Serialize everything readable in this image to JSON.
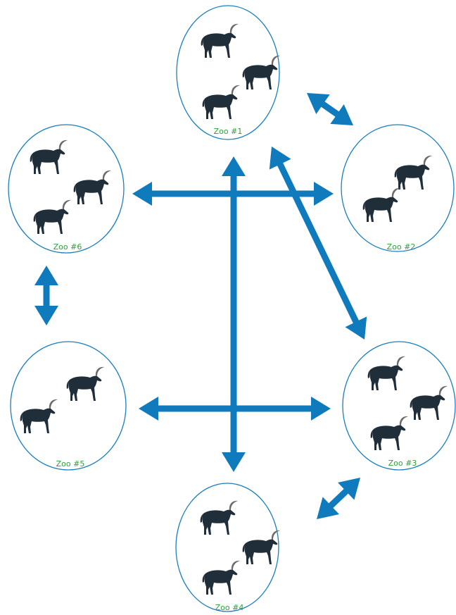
{
  "colors": {
    "circle_stroke": "#1a7fbf",
    "arrow": "#0f7bbd",
    "antelope": "#1f2e38",
    "horn": "#6b6b6b",
    "label": "#2e9e3a"
  },
  "icon": "sable-antelope-icon",
  "zoos": [
    {
      "id": "zoo-1",
      "label": "Zoo #1",
      "antelopes": 3
    },
    {
      "id": "zoo-2",
      "label": "Zoo #2",
      "antelopes": 2
    },
    {
      "id": "zoo-3",
      "label": "Zoo #3",
      "antelopes": 3
    },
    {
      "id": "zoo-4",
      "label": "Zoo #4",
      "antelopes": 3
    },
    {
      "id": "zoo-5",
      "label": "Zoo #5",
      "antelopes": 2
    },
    {
      "id": "zoo-6",
      "label": "Zoo #6",
      "antelopes": 3
    }
  ],
  "links": [
    {
      "from": "Zoo #1",
      "to": "Zoo #2",
      "direction": "both"
    },
    {
      "from": "Zoo #1",
      "to": "Zoo #3",
      "direction": "both"
    },
    {
      "from": "Zoo #1",
      "to": "Zoo #4",
      "direction": "both"
    },
    {
      "from": "Zoo #6",
      "to": "Zoo #2",
      "direction": "both"
    },
    {
      "from": "Zoo #6",
      "to": "Zoo #5",
      "direction": "both"
    },
    {
      "from": "Zoo #5",
      "to": "Zoo #3",
      "direction": "both"
    },
    {
      "from": "Zoo #3",
      "to": "Zoo #4",
      "direction": "both"
    }
  ]
}
